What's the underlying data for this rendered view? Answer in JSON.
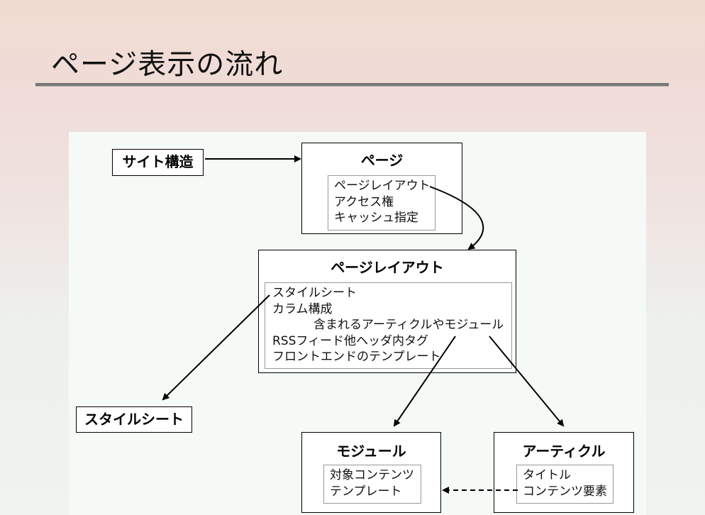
{
  "page": {
    "title": "ページ表示の流れ"
  },
  "diagram": {
    "site_structure": "サイト構造",
    "stylesheet": "スタイルシート",
    "page_box": {
      "title": "ページ",
      "items": [
        "ページレイアウト",
        "アクセス権",
        "キャッシュ指定"
      ]
    },
    "layout_box": {
      "title": "ページレイアウト",
      "items": [
        "スタイルシート",
        "カラム構成",
        "含まれるアーティクルやモジュール",
        "RSSフィード他ヘッダ内タグ",
        "フロントエンドのテンプレート"
      ]
    },
    "module_box": {
      "title": "モジュール",
      "items": [
        "対象コンテンツ",
        "テンプレート"
      ]
    },
    "article_box": {
      "title": "アーティクル",
      "items": [
        "タイトル",
        "コンテンツ要素"
      ]
    }
  }
}
